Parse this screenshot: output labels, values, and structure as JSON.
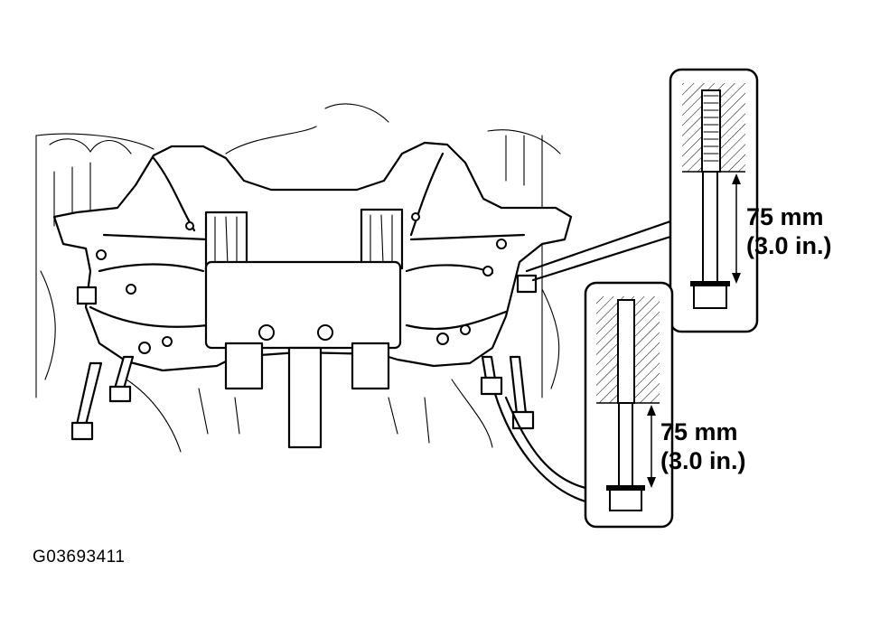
{
  "figure_id": "G03693411",
  "callouts": [
    {
      "name": "upper-bolt-detail",
      "length_mm": "75 mm",
      "length_in": "(3.0 in.)"
    },
    {
      "name": "lower-bolt-detail",
      "length_mm": "75 mm",
      "length_in": "(3.0 in.)"
    }
  ],
  "colors": {
    "ink": "#000000",
    "paper": "#ffffff"
  }
}
